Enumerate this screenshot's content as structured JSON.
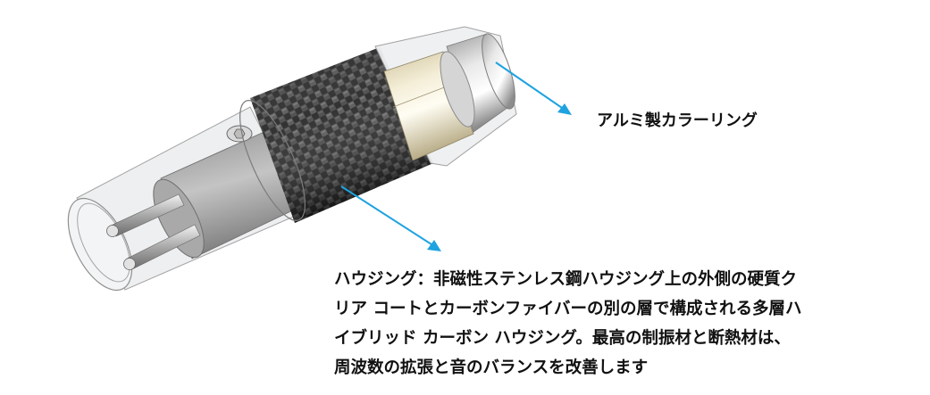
{
  "figure": {
    "subject": "XLR connector with carbon fiber hybrid housing",
    "colors": {
      "background": "#ffffff",
      "arrow": "#1ea3e0",
      "text": "#111111",
      "carbon_dark": "#1a1a1a",
      "carbon_light": "#6b6b6b",
      "gold_ring": "#e8dfc0",
      "clear_shell": "#e6e8ea",
      "metal": "#b9b9b9"
    }
  },
  "annotations": {
    "ring": {
      "label": "アルミ製カラーリング",
      "arrow_icon": "arrow-down-right"
    },
    "housing": {
      "arrow_icon": "arrow-down-right",
      "lines": [
        "ハウジング：非磁性ステンレス鋼ハウジング上の外側の硬質ク",
        "リア コートとカーボンファイバーの別の層で構成される多層ハ",
        "イブリッド カーボン ハウジング。最高の制振材と断熱材は、",
        "周波数の拡張と音のバランスを改善します"
      ]
    }
  }
}
